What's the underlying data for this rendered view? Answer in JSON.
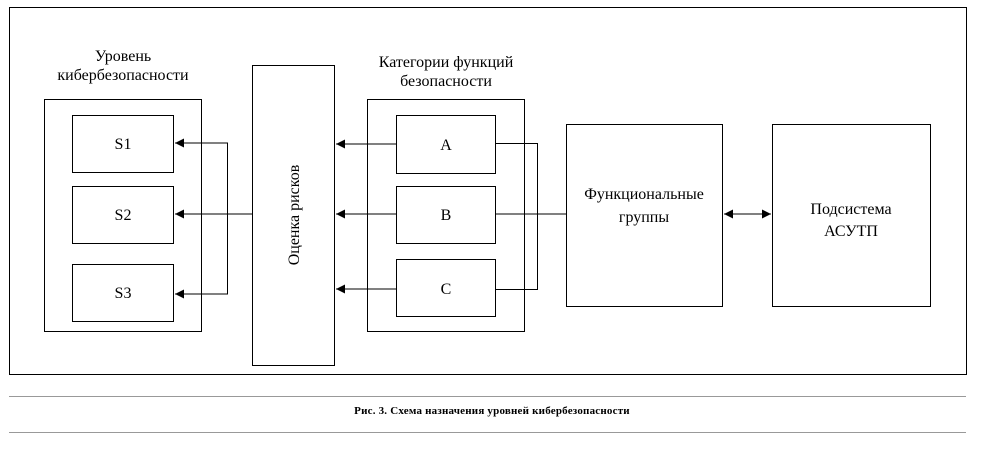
{
  "caption": "Рис. 3. Схема назначения уровней кибербезопасности",
  "diagram": {
    "level_group": {
      "title_line1": "Уровень",
      "title_line2": "кибербезопасности",
      "items": [
        "S1",
        "S2",
        "S3"
      ]
    },
    "risk_box": {
      "label": "Оценка рисков"
    },
    "category_group": {
      "title_line1": "Категории функций",
      "title_line2": "безопасности",
      "items": [
        "A",
        "B",
        "C"
      ]
    },
    "functional_groups": {
      "label_line1": "Функциональные",
      "label_line2": "группы"
    },
    "subsystem": {
      "label_line1": "Подсистема",
      "label_line2": "АСУТП"
    }
  }
}
